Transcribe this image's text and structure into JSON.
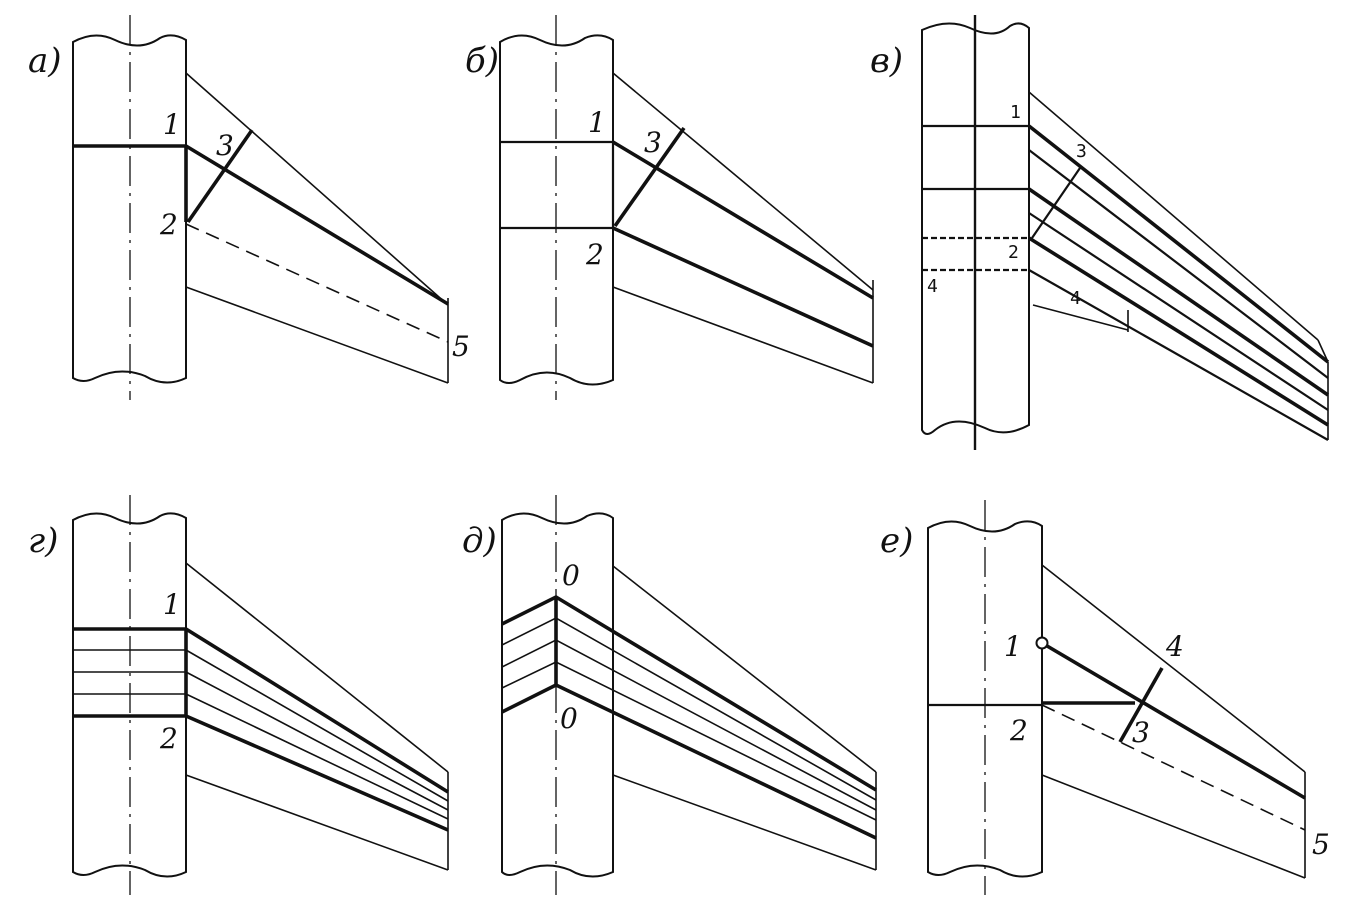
{
  "panels": [
    {
      "id": "a",
      "label": "а)",
      "points": [
        "1",
        "2",
        "3",
        "5"
      ]
    },
    {
      "id": "b",
      "label": "б)",
      "points": [
        "1",
        "2",
        "3"
      ]
    },
    {
      "id": "v",
      "label": "в)",
      "points": [
        "1",
        "2",
        "3",
        "4",
        "4"
      ]
    },
    {
      "id": "g",
      "label": "г)",
      "points": [
        "1",
        "2"
      ]
    },
    {
      "id": "d",
      "label": "д)",
      "points": [
        "0",
        "0"
      ]
    },
    {
      "id": "e",
      "label": "е)",
      "points": [
        "1",
        "2",
        "3",
        "4",
        "5"
      ]
    }
  ]
}
